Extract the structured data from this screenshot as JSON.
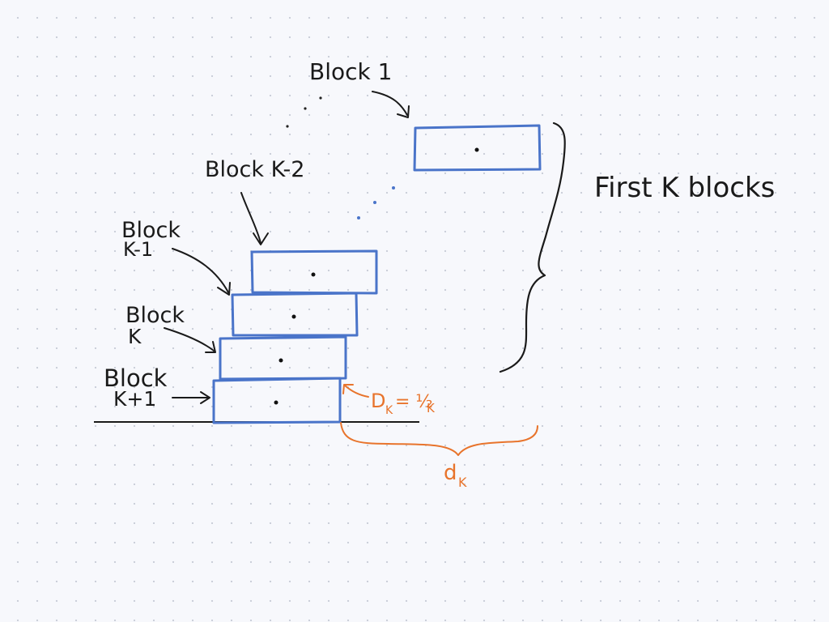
{
  "labels": {
    "block_1": "Block 1",
    "block_k_minus_2": "Block K-2",
    "block_k_minus_1_line1": "Block",
    "block_k_minus_1_line2": "K-1",
    "block_k_line1": "Block",
    "block_k_line2": "K",
    "block_k_plus_1_line1": "Block",
    "block_k_plus_1_line2": "K+1",
    "first_k_blocks": "First K blocks",
    "offset_formula": "D_K = 1/2K",
    "offset_formula_main": "D",
    "offset_formula_sub": "K",
    "offset_formula_rest": "= ½",
    "offset_formula_sub2": "K",
    "distance_label_main": "d",
    "distance_label_sub": "K"
  },
  "colors": {
    "block_stroke": "#4a74c9",
    "ink": "#1a1a1a",
    "annotation": "#e8742c",
    "background": "#f7f8fc"
  }
}
